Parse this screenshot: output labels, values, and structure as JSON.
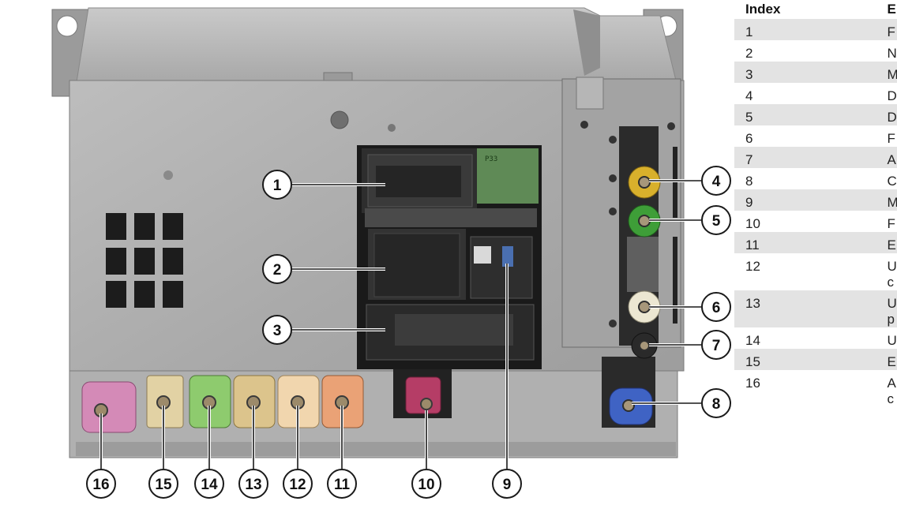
{
  "figure": {
    "markers": [
      {
        "id": "m1",
        "label": "1"
      },
      {
        "id": "m2",
        "label": "2"
      },
      {
        "id": "m3",
        "label": "3"
      },
      {
        "id": "m4",
        "label": "4"
      },
      {
        "id": "m5",
        "label": "5"
      },
      {
        "id": "m6",
        "label": "6"
      },
      {
        "id": "m7",
        "label": "7"
      },
      {
        "id": "m8",
        "label": "8"
      },
      {
        "id": "m9",
        "label": "9"
      },
      {
        "id": "m10",
        "label": "10"
      },
      {
        "id": "m11",
        "label": "11"
      },
      {
        "id": "m12",
        "label": "12"
      },
      {
        "id": "m13",
        "label": "13"
      },
      {
        "id": "m14",
        "label": "14"
      },
      {
        "id": "m15",
        "label": "15"
      },
      {
        "id": "m16",
        "label": "16"
      }
    ],
    "chip_text": "P33",
    "connector_colors": {
      "pink": "#d48ab7",
      "beige": "#e2d2a4",
      "light_green": "#8ecb6e",
      "khaki": "#dcc48c",
      "peach": "#f1d6ae",
      "orange": "#eaa276",
      "magenta": "#b53d66",
      "yellow": "#d8b02c",
      "green": "#3e9e38",
      "cream": "#ece7d2",
      "black": "#2a2a2a",
      "blue": "#3f63c4"
    }
  },
  "table": {
    "headers": [
      "Index",
      "E"
    ],
    "rows": [
      {
        "index": "1",
        "text": "F",
        "tall": false
      },
      {
        "index": "2",
        "text": "N",
        "tall": false
      },
      {
        "index": "3",
        "text": "M",
        "tall": false
      },
      {
        "index": "4",
        "text": "D",
        "tall": false
      },
      {
        "index": "5",
        "text": "D",
        "tall": false
      },
      {
        "index": "6",
        "text": "F",
        "tall": false
      },
      {
        "index": "7",
        "text": "A",
        "tall": false
      },
      {
        "index": "8",
        "text": "C",
        "tall": false
      },
      {
        "index": "9",
        "text": "M",
        "tall": false
      },
      {
        "index": "10",
        "text": "F",
        "tall": false
      },
      {
        "index": "11",
        "text": "E",
        "tall": false
      },
      {
        "index": "12",
        "text": "U",
        "text2": "c",
        "tall": true
      },
      {
        "index": "13",
        "text": "U",
        "text2": "p",
        "tall": true
      },
      {
        "index": "14",
        "text": "U",
        "tall": false
      },
      {
        "index": "15",
        "text": "E",
        "tall": false
      },
      {
        "index": "16",
        "text": "A",
        "text2": "c",
        "tall": true
      }
    ]
  }
}
